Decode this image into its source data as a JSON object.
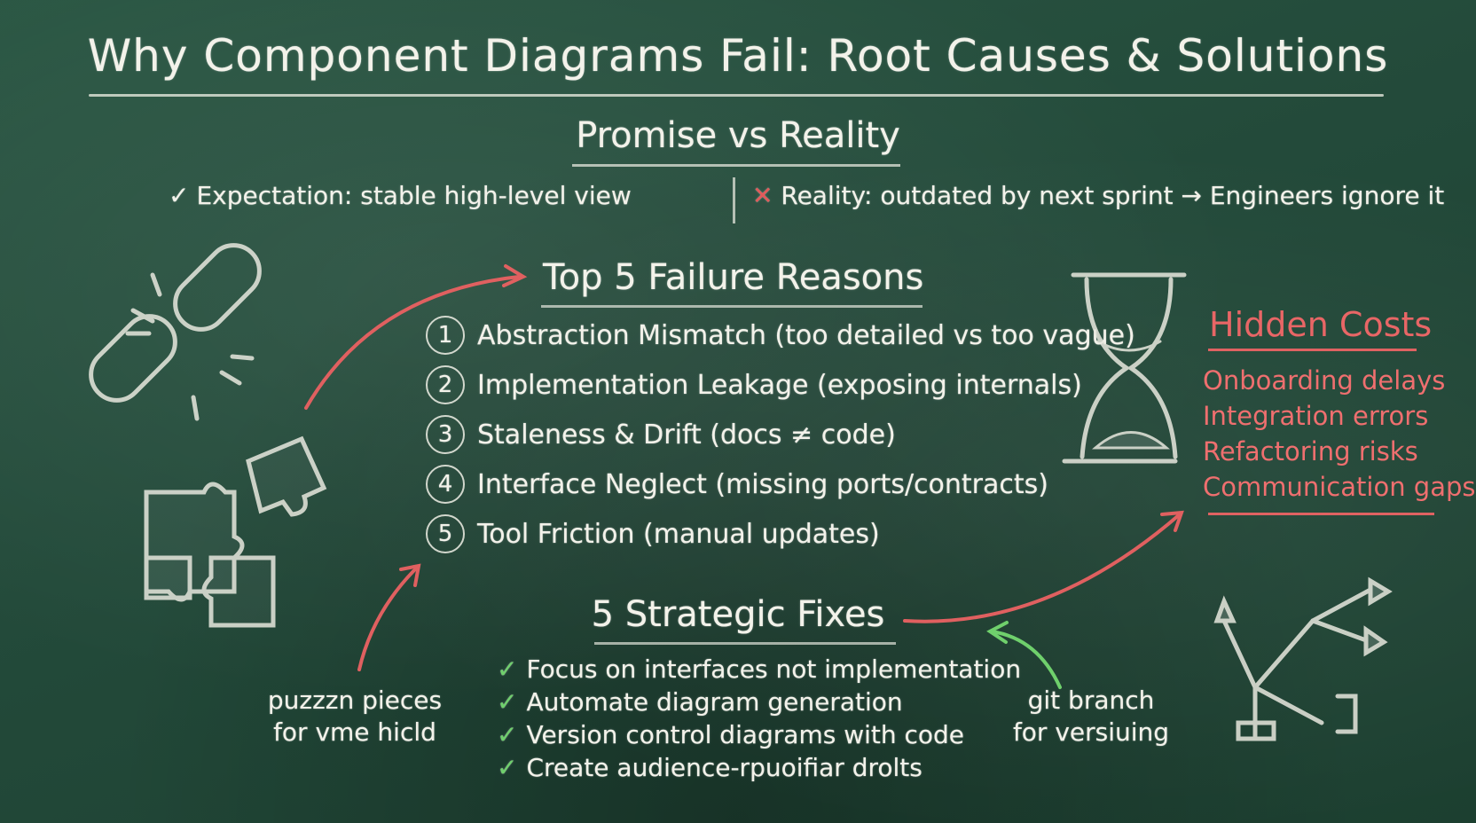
{
  "title": "Why Component Diagrams Fail: Root Causes & Solutions",
  "promise": {
    "heading": "Promise vs Reality",
    "expectation": "Expectation: stable high-level view",
    "reality": "Reality: outdated by next sprint → Engineers ignore it"
  },
  "reasons": {
    "heading": "Top 5 Failure Reasons",
    "items": [
      {
        "num": "1",
        "text": "Abstraction Mismatch (too detailed vs too vague)"
      },
      {
        "num": "2",
        "text": "Implementation Leakage (exposing internals)"
      },
      {
        "num": "3",
        "text": "Staleness & Drift (docs ≠ code)"
      },
      {
        "num": "4",
        "text": "Interface Neglect (missing ports/contracts)"
      },
      {
        "num": "5",
        "text": "Tool Friction (manual updates)"
      }
    ]
  },
  "hidden_costs": {
    "heading": "Hidden Costs",
    "items": [
      "Onboarding delays",
      "Integration errors",
      "Refactoring risks",
      "Communication gaps"
    ]
  },
  "fixes": {
    "heading": "5 Strategic Fixes",
    "items": [
      "Focus on interfaces not implementation",
      "Automate diagram generation",
      "Version control diagrams with code",
      "Create audience-rpuoifiar drolts"
    ]
  },
  "notes": {
    "puzzle": [
      "puzzzn pieces",
      "for vme hicld"
    ],
    "git": [
      "git branch",
      "for versiuing"
    ]
  },
  "icons": [
    "broken-chain-icon",
    "puzzle-icon",
    "hourglass-icon",
    "git-branch-icon"
  ],
  "colors": {
    "board": "#234a3a",
    "chalk": "#f3f2ea",
    "accent_red": "#e25a5a",
    "accent_green": "#6fd06c"
  }
}
